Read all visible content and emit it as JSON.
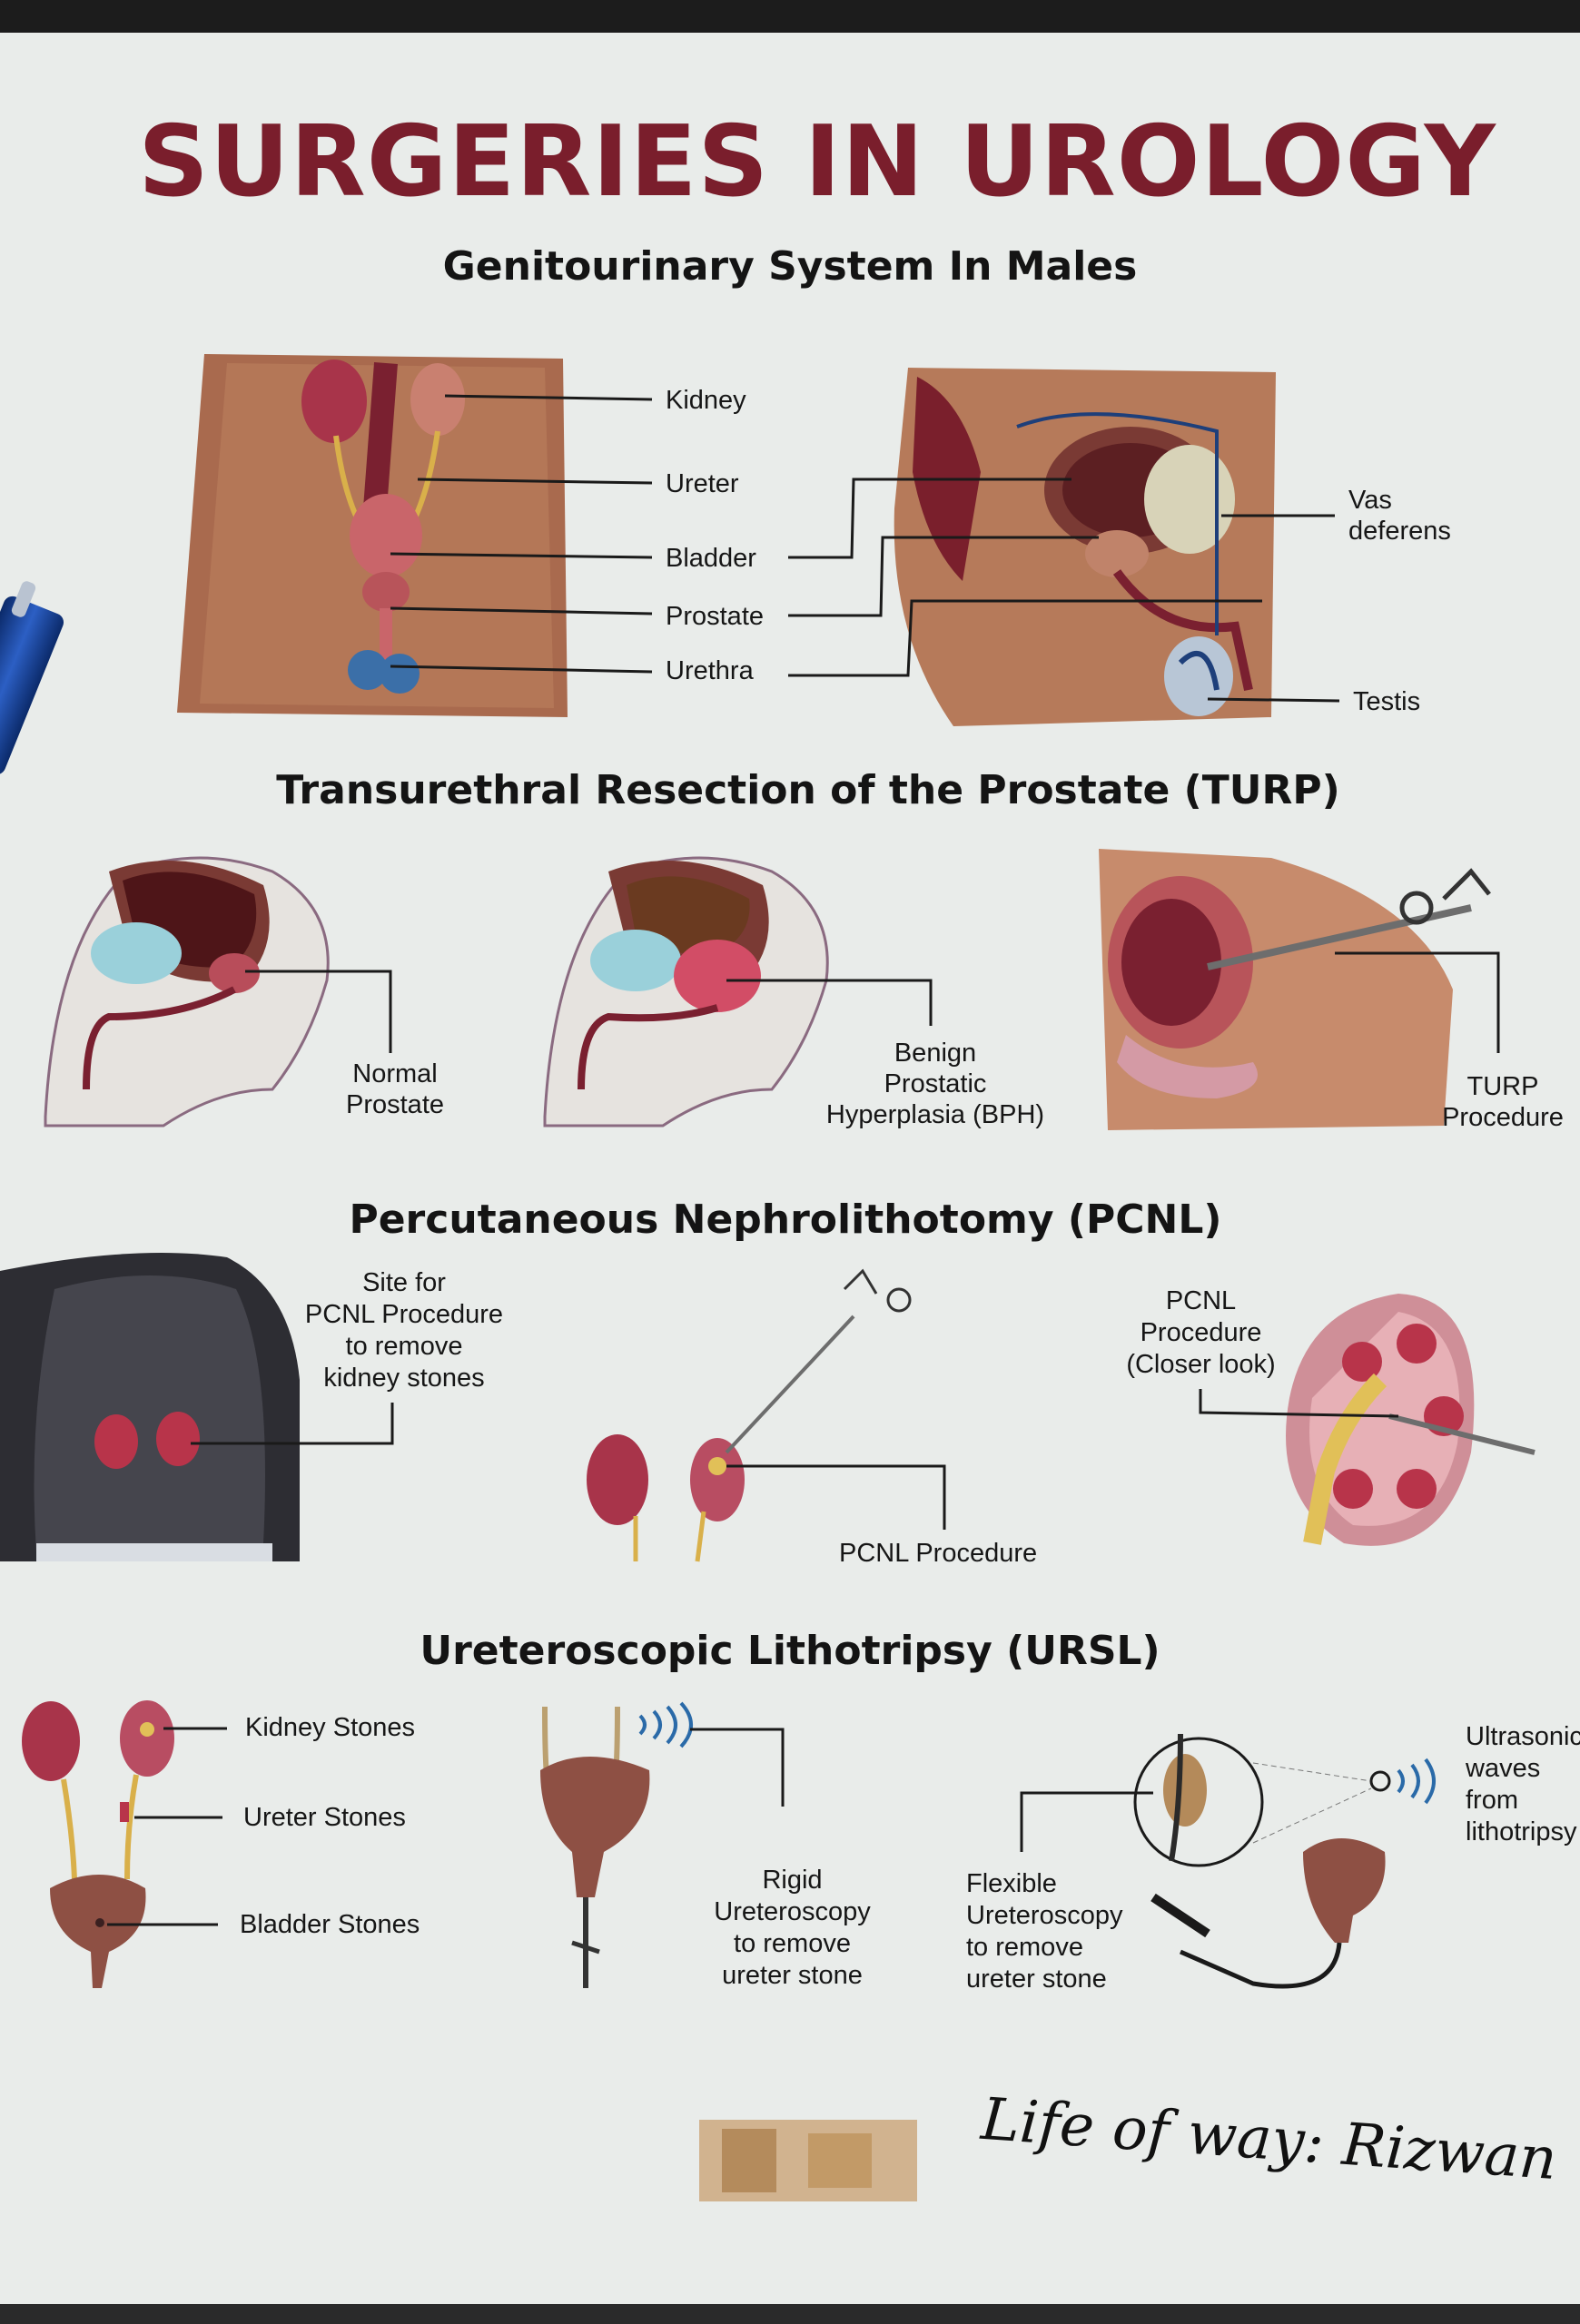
{
  "title": "SURGERIES IN UROLOGY",
  "sections": {
    "genitourinary": {
      "heading": "Genitourinary System In Males",
      "labels": {
        "kidney": "Kidney",
        "ureter": "Ureter",
        "bladder": "Bladder",
        "prostate": "Prostate",
        "urethra": "Urethra",
        "vas_deferens_1": "Vas",
        "vas_deferens_2": "deferens",
        "testis": "Testis"
      }
    },
    "turp": {
      "heading": "Transurethral Resection of the Prostate (TURP)",
      "labels": {
        "normal_1": "Normal",
        "normal_2": "Prostate",
        "bph_1": "Benign",
        "bph_2": "Prostatic",
        "bph_3": "Hyperplasia (BPH)",
        "proc_1": "TURP",
        "proc_2": "Procedure"
      }
    },
    "pcnl": {
      "heading": "Percutaneous Nephrolithotomy (PCNL)",
      "labels": {
        "site_1": "Site for",
        "site_2": "PCNL Procedure",
        "site_3": "to remove",
        "site_4": "kidney stones",
        "proc": "PCNL Procedure",
        "closer_1": "PCNL",
        "closer_2": "Procedure",
        "closer_3": "(Closer look)"
      }
    },
    "ursl": {
      "heading": "Ureteroscopic Lithotripsy (URSL)",
      "labels": {
        "kidney_stones": "Kidney Stones",
        "ureter_stones": "Ureter Stones",
        "bladder_stones": "Bladder Stones",
        "rigid_1": "Rigid",
        "rigid_2": "Ureteroscopy",
        "rigid_3": "to remove",
        "rigid_4": "ureter stone",
        "flex_1": "Flexible",
        "flex_2": "Ureteroscopy",
        "flex_3": "to remove",
        "flex_4": "ureter stone",
        "ultra_1": "Ultrasonic",
        "ultra_2": "waves",
        "ultra_3": "from",
        "ultra_4": "lithotripsy"
      }
    }
  },
  "signature": "Life of way: Rizwan",
  "colors": {
    "title": "#7a1e2c",
    "organ": "#a8344a",
    "skin": "#b47758",
    "ureter": "#d9b04a",
    "bladder": "#8e5044",
    "ink": "#141414"
  }
}
